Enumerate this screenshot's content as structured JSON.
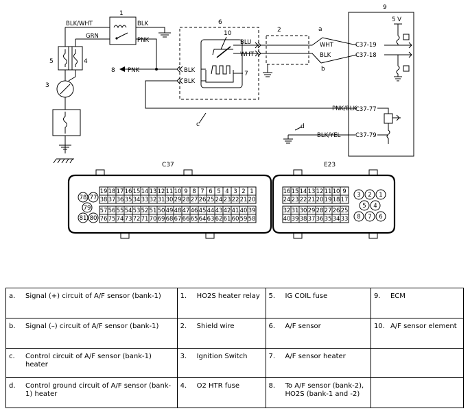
{
  "wires": {
    "blk_wht": "BLK/WHT",
    "blk_relay": "BLK",
    "grn": "GRN",
    "pnk_relay": "PNK",
    "pnk_8": "PNK",
    "blk_6a": "BLK",
    "blk_6b": "BLK",
    "blu": "BLU",
    "wht_6": "WHT",
    "wht_ecm": "WHT",
    "blk_ecm": "BLK",
    "pnk_blk": "PNK/BLK",
    "blk_yel": "BLK/YEL"
  },
  "terminals": {
    "c37_19": "C37-19",
    "c37_18": "C37-18",
    "c37_77": "C37-77",
    "c37_79": "C37-79"
  },
  "callouts": {
    "n1": "1",
    "n2": "2",
    "n3": "3",
    "n4": "4",
    "n5": "5",
    "n6": "6",
    "n7": "7",
    "n8": "8",
    "n9": "9",
    "n10": "10",
    "a": "a",
    "b": "b",
    "c": "c",
    "d": "d",
    "v5": "5 V"
  },
  "connectors": {
    "c37": {
      "title": "C37",
      "row1": [
        "19",
        "18",
        "17",
        "16",
        "15",
        "14",
        "13",
        "12",
        "11",
        "10",
        "9",
        "8",
        "7",
        "6",
        "5",
        "4",
        "3",
        "2",
        "1"
      ],
      "row2": [
        "38",
        "37",
        "36",
        "35",
        "34",
        "33",
        "32",
        "31",
        "30",
        "29",
        "28",
        "27",
        "26",
        "25",
        "24",
        "23",
        "22",
        "21",
        "20"
      ],
      "row3": [
        "57",
        "56",
        "55",
        "54",
        "53",
        "52",
        "51",
        "50",
        "49",
        "48",
        "47",
        "46",
        "45",
        "44",
        "43",
        "42",
        "41",
        "40",
        "39"
      ],
      "row4": [
        "76",
        "75",
        "74",
        "73",
        "72",
        "71",
        "70",
        "69",
        "68",
        "67",
        "66",
        "65",
        "64",
        "63",
        "62",
        "61",
        "60",
        "59",
        "58"
      ],
      "circles": [
        "78",
        "77",
        "79",
        "81",
        "80"
      ]
    },
    "e23": {
      "title": "E23",
      "row1": [
        "16",
        "15",
        "14",
        "13",
        "12",
        "11",
        "10",
        "9"
      ],
      "row2": [
        "24",
        "23",
        "22",
        "21",
        "20",
        "19",
        "18",
        "17"
      ],
      "row3": [
        "32",
        "31",
        "30",
        "29",
        "28",
        "27",
        "26",
        "25"
      ],
      "row4": [
        "40",
        "39",
        "38",
        "37",
        "36",
        "35",
        "34",
        "33"
      ],
      "circles": [
        "3",
        "2",
        "1",
        "5",
        "4",
        "8",
        "7",
        "6"
      ]
    }
  },
  "legend": [
    [
      {
        "key": "a.",
        "text": "Signal (+) circuit of A/F sensor (bank-1)"
      },
      {
        "key": "1.",
        "text": "HO2S heater relay"
      },
      {
        "key": "5.",
        "text": "IG COIL fuse"
      },
      {
        "key": "9.",
        "text": "ECM"
      }
    ],
    [
      {
        "key": "b.",
        "text": "Signal (–) circuit of A/F sensor (bank-1)"
      },
      {
        "key": "2.",
        "text": "Shield wire"
      },
      {
        "key": "6.",
        "text": "A/F sensor"
      },
      {
        "key": "10.",
        "text": "A/F sensor element"
      }
    ],
    [
      {
        "key": "c.",
        "text": "Control circuit of A/F sensor (bank-1) heater"
      },
      {
        "key": "3.",
        "text": "Ignition Switch"
      },
      {
        "key": "7.",
        "text": "A/F sensor heater"
      },
      {
        "key": "",
        "text": ""
      }
    ],
    [
      {
        "key": "d.",
        "text": "Control ground circuit of A/F sensor (bank-1) heater"
      },
      {
        "key": "4.",
        "text": "O2 HTR fuse"
      },
      {
        "key": "8.",
        "text": "To A/F sensor (bank-2), HO2S (bank-1 and -2)"
      },
      {
        "key": "",
        "text": ""
      }
    ]
  ]
}
